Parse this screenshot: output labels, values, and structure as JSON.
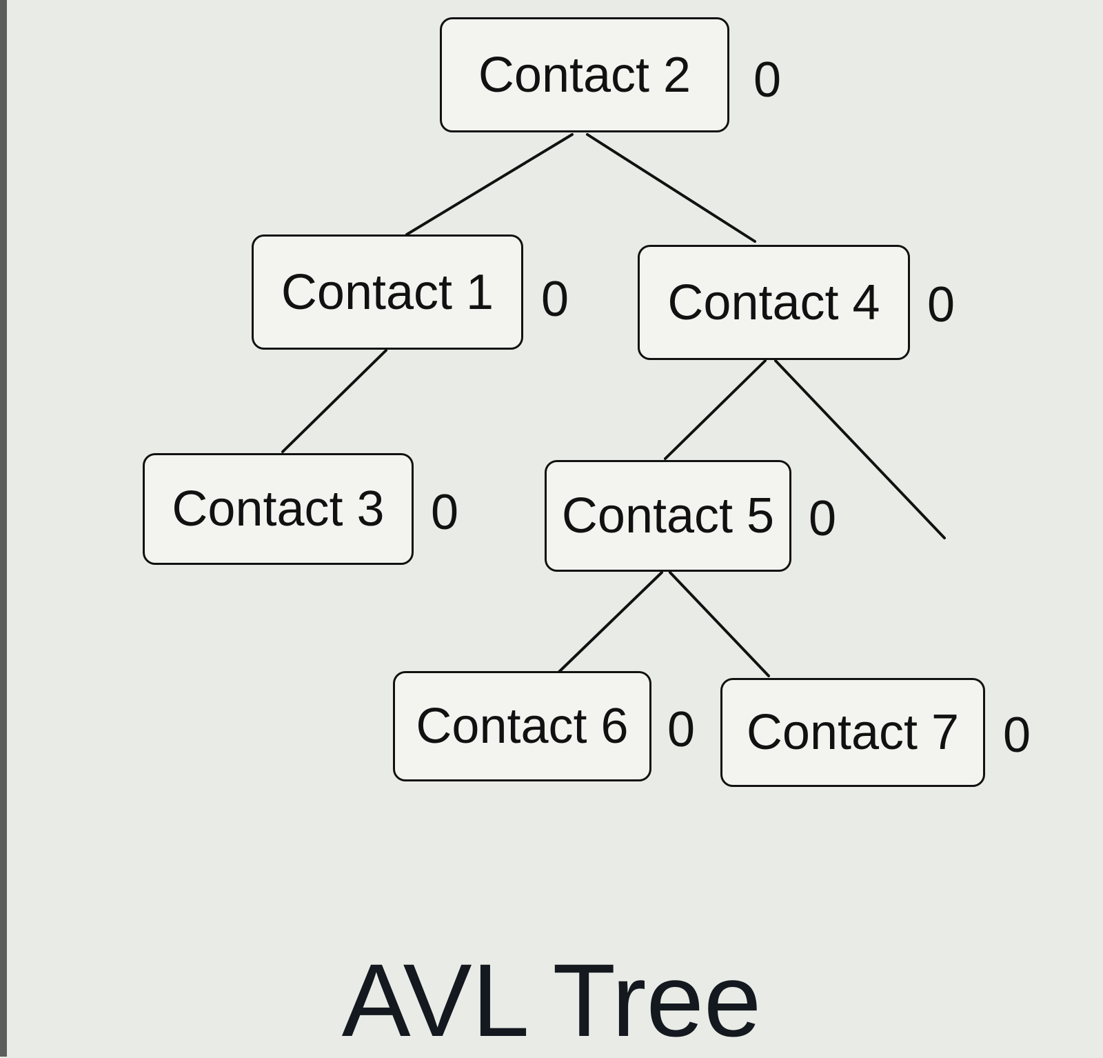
{
  "diagram": {
    "title": "AVL Tree",
    "nodes": [
      {
        "id": "n2",
        "label": "Contact 2",
        "balance": "0"
      },
      {
        "id": "n1",
        "label": "Contact 1",
        "balance": "0"
      },
      {
        "id": "n4",
        "label": "Contact 4",
        "balance": "0"
      },
      {
        "id": "n3",
        "label": "Contact 3",
        "balance": "0"
      },
      {
        "id": "n5",
        "label": "Contact 5",
        "balance": "0"
      },
      {
        "id": "n6",
        "label": "Contact 6",
        "balance": "0"
      },
      {
        "id": "n7",
        "label": "Contact 7",
        "balance": "0"
      }
    ],
    "edges": [
      {
        "from": "n2",
        "to": "n1"
      },
      {
        "from": "n2",
        "to": "n4"
      },
      {
        "from": "n1",
        "to": "n3"
      },
      {
        "from": "n4",
        "to": "n5"
      },
      {
        "from": "n4",
        "to": "empty"
      },
      {
        "from": "n5",
        "to": "n6"
      },
      {
        "from": "n5",
        "to": "n7"
      }
    ]
  }
}
